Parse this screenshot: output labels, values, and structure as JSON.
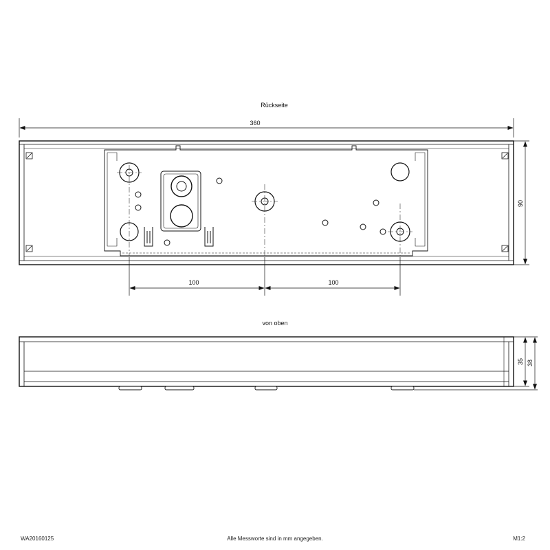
{
  "views": {
    "back_title": "Rückseite",
    "top_title": "von oben"
  },
  "dimensions": {
    "overall_width": "360",
    "height": "90",
    "spacing_left": "100",
    "spacing_right": "100",
    "depth_inner": "35",
    "depth_outer": "38"
  },
  "footer": {
    "drawing_number": "WA20160125",
    "note": "Alle Messworte sind in mm angegeben.",
    "scale": "M1:2"
  }
}
